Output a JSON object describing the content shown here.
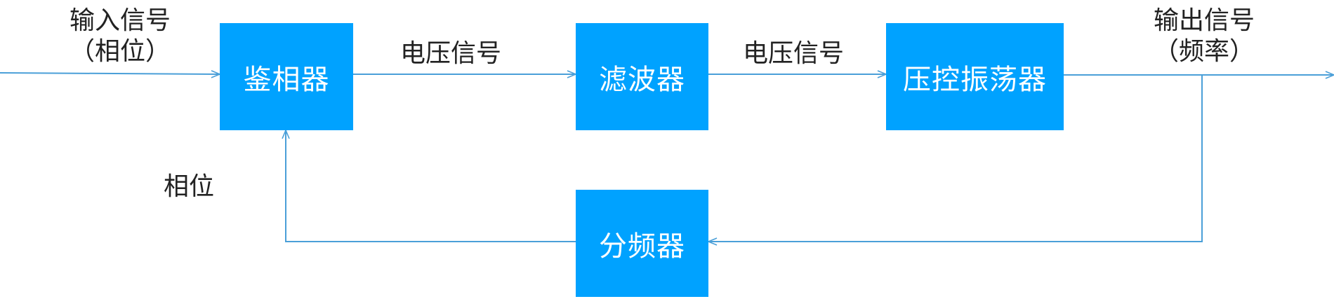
{
  "colors": {
    "block_fill": "#00a2ff",
    "block_text": "#ffffff",
    "line": "#4a9fd8",
    "label_text": "#222222"
  },
  "blocks": {
    "phase_detector": "鉴相器",
    "filter": "滤波器",
    "vco": "压控振荡器",
    "divider": "分频器"
  },
  "labels": {
    "input_signal": "输入信号",
    "input_phase": "（相位）",
    "voltage_signal_1": "电压信号",
    "voltage_signal_2": "电压信号",
    "output_signal": "输出信号",
    "output_frequency": "（频率）",
    "feedback_phase": "相位"
  }
}
